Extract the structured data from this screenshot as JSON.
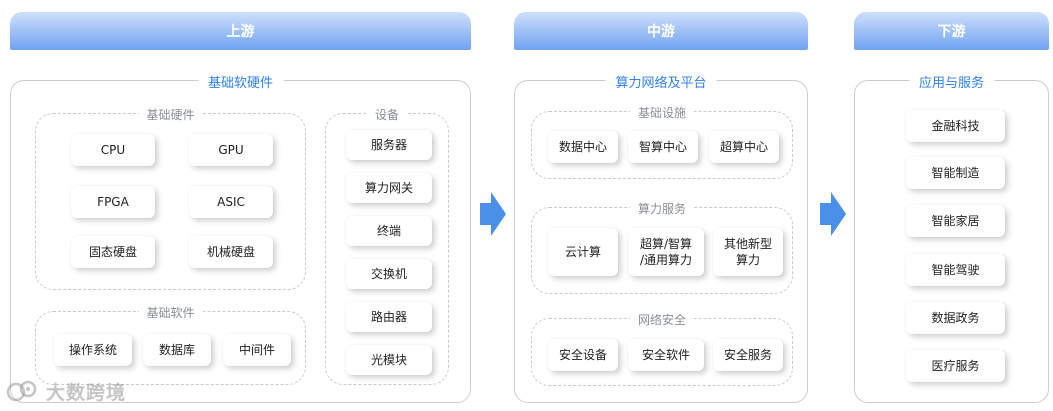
{
  "headers": {
    "upstream": "上游",
    "midstream": "中游",
    "downstream": "下游"
  },
  "upstream": {
    "title": "基础软硬件",
    "hardware": {
      "title": "基础硬件",
      "items": [
        "CPU",
        "GPU",
        "FPGA",
        "ASIC",
        "固态硬盘",
        "机械硬盘"
      ]
    },
    "software": {
      "title": "基础软件",
      "items": [
        "操作系统",
        "数据库",
        "中间件"
      ]
    },
    "devices": {
      "title": "设备",
      "items": [
        "服务器",
        "算力网关",
        "终端",
        "交换机",
        "路由器",
        "光模块"
      ]
    }
  },
  "midstream": {
    "title": "算力网络及平台",
    "infrastructure": {
      "title": "基础设施",
      "items": [
        "数据中心",
        "智算中心",
        "超算中心"
      ]
    },
    "services": {
      "title": "算力服务",
      "items": [
        "云计算",
        "超算/智算\n/通用算力",
        "其他新型\n算力"
      ]
    },
    "security": {
      "title": "网络安全",
      "items": [
        "安全设备",
        "安全软件",
        "安全服务"
      ]
    }
  },
  "downstream": {
    "title": "应用与服务",
    "items": [
      "金融科技",
      "智能制造",
      "智能家居",
      "智能驾驶",
      "数据政务",
      "医疗服务"
    ]
  },
  "watermark": "大数跨境",
  "colors": {
    "accent": "#2f80ed",
    "header_top": "#cfe0fb",
    "header_bottom": "#6fa3f2",
    "arrow": "#4a90e8"
  }
}
